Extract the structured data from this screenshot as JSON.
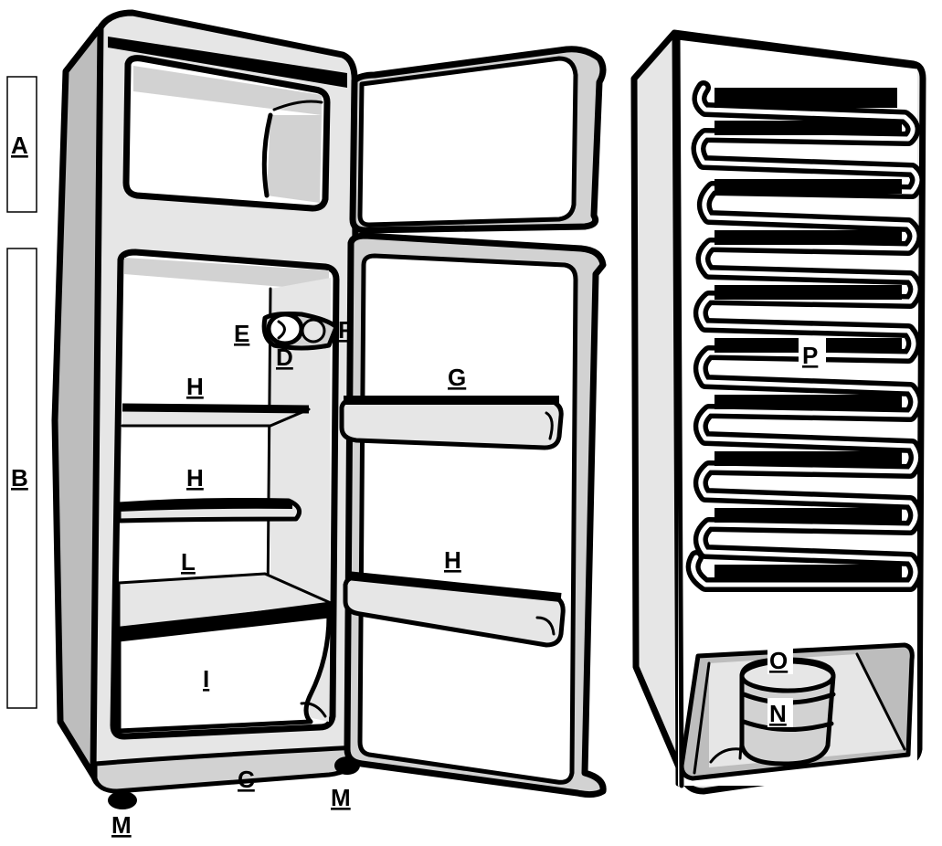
{
  "labels": {
    "A": "A",
    "B": "B",
    "C": "C",
    "D": "D",
    "E": "E",
    "F": "F",
    "G": "G",
    "H": "H",
    "I": "I",
    "L": "L",
    "M": "M",
    "N": "N",
    "O": "O",
    "P": "P"
  },
  "colors": {
    "outline": "#000000",
    "panel_light": "#e6e6e6",
    "panel_mid": "#d2d2d2",
    "panel_dark": "#bdbdbd",
    "background": "#ffffff"
  }
}
